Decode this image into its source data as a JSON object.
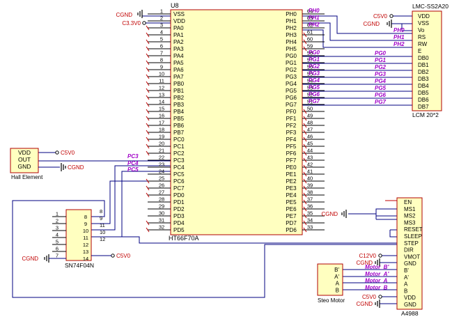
{
  "u8": {
    "ref": "U8",
    "part": "HT66F70A",
    "left_pins": [
      {
        "n": "1",
        "name": "VSS"
      },
      {
        "n": "2",
        "name": "VDD"
      },
      {
        "n": "3",
        "name": "PA0"
      },
      {
        "n": "4",
        "name": "PA1"
      },
      {
        "n": "5",
        "name": "PA2"
      },
      {
        "n": "6",
        "name": "PA3"
      },
      {
        "n": "7",
        "name": "PA4"
      },
      {
        "n": "8",
        "name": "PA5"
      },
      {
        "n": "9",
        "name": "PA6"
      },
      {
        "n": "10",
        "name": "PA7"
      },
      {
        "n": "11",
        "name": "PB0"
      },
      {
        "n": "12",
        "name": "PB1"
      },
      {
        "n": "13",
        "name": "PB2"
      },
      {
        "n": "14",
        "name": "PB3"
      },
      {
        "n": "15",
        "name": "PB4"
      },
      {
        "n": "16",
        "name": "PB5"
      },
      {
        "n": "17",
        "name": "PB6"
      },
      {
        "n": "18",
        "name": "PB7"
      },
      {
        "n": "19",
        "name": "PC0"
      },
      {
        "n": "20",
        "name": "PC1"
      },
      {
        "n": "21",
        "name": "PC2"
      },
      {
        "n": "22",
        "name": "PC3"
      },
      {
        "n": "23",
        "name": "PC4"
      },
      {
        "n": "24",
        "name": "PC5"
      },
      {
        "n": "25",
        "name": "PC6"
      },
      {
        "n": "26",
        "name": "PC7"
      },
      {
        "n": "27",
        "name": "PD0"
      },
      {
        "n": "28",
        "name": "PD1"
      },
      {
        "n": "29",
        "name": "PD2"
      },
      {
        "n": "30",
        "name": "PD3"
      },
      {
        "n": "31",
        "name": "PD4"
      },
      {
        "n": "32",
        "name": "PD5"
      }
    ],
    "right_pins": [
      {
        "n": "64",
        "name": "PH0"
      },
      {
        "n": "63",
        "name": "PH1"
      },
      {
        "n": "62",
        "name": "PH2"
      },
      {
        "n": "61",
        "name": "PH3"
      },
      {
        "n": "60",
        "name": "PH4"
      },
      {
        "n": "59",
        "name": "PH5"
      },
      {
        "n": "58",
        "name": "PG0"
      },
      {
        "n": "57",
        "name": "PG1"
      },
      {
        "n": "56",
        "name": "PG2"
      },
      {
        "n": "55",
        "name": "PG3"
      },
      {
        "n": "54",
        "name": "PG4"
      },
      {
        "n": "53",
        "name": "PG5"
      },
      {
        "n": "52",
        "name": "PG6"
      },
      {
        "n": "51",
        "name": "PG7"
      },
      {
        "n": "50",
        "name": "PF0"
      },
      {
        "n": "49",
        "name": "PF1"
      },
      {
        "n": "48",
        "name": "PF2"
      },
      {
        "n": "47",
        "name": "PF3"
      },
      {
        "n": "46",
        "name": "PF4"
      },
      {
        "n": "45",
        "name": "PF5"
      },
      {
        "n": "44",
        "name": "PF6"
      },
      {
        "n": "43",
        "name": "PF7"
      },
      {
        "n": "42",
        "name": "PE0"
      },
      {
        "n": "41",
        "name": "PE1"
      },
      {
        "n": "40",
        "name": "PE2"
      },
      {
        "n": "39",
        "name": "PE3"
      },
      {
        "n": "38",
        "name": "PE4"
      },
      {
        "n": "37",
        "name": "PE5"
      },
      {
        "n": "36",
        "name": "PE6"
      },
      {
        "n": "35",
        "name": "PE7"
      },
      {
        "n": "34",
        "name": "PD7"
      },
      {
        "n": "33",
        "name": "PD6"
      }
    ],
    "vss_net": "CGND",
    "vdd_net": "C3.3V0",
    "right_nets": [
      "PH0",
      "PH1",
      "PH2",
      "PG0",
      "PG1",
      "PG2",
      "PG3",
      "PG4",
      "PG5",
      "PG6",
      "PG7"
    ],
    "left_nets": [
      "PC3",
      "PC4",
      "PC5"
    ]
  },
  "lcm": {
    "ref": "LMC-SS2A20",
    "part": "LCM 20*2",
    "pins": [
      "VDD",
      "VSS",
      "Vo",
      "RS",
      "RW",
      "E",
      "DB0",
      "DB1",
      "DB2",
      "DB3",
      "DB4",
      "DB5",
      "DB6",
      "DB7"
    ],
    "vdd_net": "C5V0",
    "vss_net": "CGND",
    "nets": [
      "PH0",
      "PH1",
      "PH2",
      "PG0",
      "PG1",
      "PG2",
      "PG3",
      "PG4",
      "PG5",
      "PG6",
      "PG7"
    ]
  },
  "hall": {
    "part": "Hall Element",
    "pins": [
      "VDD",
      "OUT",
      "GND"
    ],
    "vdd_net": "C5V0",
    "gnd_net": "CGND"
  },
  "inverter": {
    "part": "SN74F04N",
    "left_nums": [
      "1",
      "2",
      "3",
      "4",
      "5",
      "6",
      "7"
    ],
    "right_nums": [
      "8",
      "9",
      "10",
      "11",
      "12",
      "13",
      "14"
    ],
    "ext_nums": [
      "8",
      "9",
      "11",
      "10",
      "12"
    ],
    "gnd_net": "CGND",
    "vcc_net": "C5V0"
  },
  "a4988": {
    "part": "A4988",
    "pins": [
      "EN",
      "MS1",
      "MS2",
      "MS3",
      "RESET",
      "SLEEP",
      "STEP",
      "DIR",
      "VMOT",
      "GND",
      "B'",
      "A'",
      "A",
      "B",
      "VDD",
      "GND"
    ],
    "ms_net": "CGND",
    "vmot_net": "C12V0",
    "vmot_gnd_net": "CGND",
    "vdd_net": "C5V0",
    "gnd_net": "CGND",
    "motor_nets": [
      "Motor_B'",
      "Motor_A'",
      "Motor_A",
      "Motor_B"
    ]
  },
  "motor": {
    "part": "Steo Motor",
    "pins": [
      "B'",
      "A'",
      "A",
      "B"
    ]
  }
}
